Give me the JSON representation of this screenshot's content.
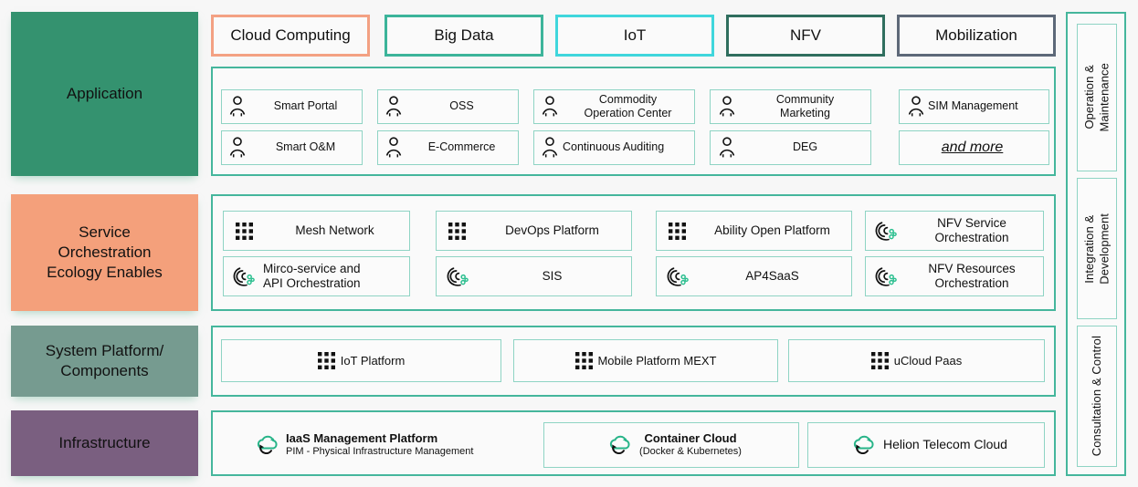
{
  "theme": {
    "accent_teal": "#45b69c",
    "cell_border": "#8fd4c4",
    "panel_bg": "#fafafa",
    "page_bg": "#f7f7f7"
  },
  "layers": [
    {
      "id": "application",
      "label": "Application",
      "color": "#34926f"
    },
    {
      "id": "service-orchestration",
      "label": "Service\nOrchestration\nEcology Enables",
      "color": "#f4a07b"
    },
    {
      "id": "system-platform",
      "label": "System Platform/\nComponents",
      "color": "#769b90"
    },
    {
      "id": "infrastructure",
      "label": "Infrastructure",
      "color": "#7a5f80"
    }
  ],
  "tags": [
    {
      "label": "Cloud Computing",
      "color": "#f3a183"
    },
    {
      "label": "Big Data",
      "color": "#3cb49a"
    },
    {
      "label": "IoT",
      "color": "#3fd6dc"
    },
    {
      "label": "NFV",
      "color": "#2f6e5e"
    },
    {
      "label": "Mobilization",
      "color": "#5d6878"
    }
  ],
  "application_items": [
    {
      "label": "Smart Portal",
      "icon": "person-icon"
    },
    {
      "label": "OSS",
      "icon": "person-icon"
    },
    {
      "label": "Commodity\nOperation Center",
      "icon": "person-icon"
    },
    {
      "label": "Community\nMarketing",
      "icon": "person-icon"
    },
    {
      "label": "SIM Management",
      "icon": "person-icon"
    },
    {
      "label": "Smart O&M",
      "icon": "person-icon"
    },
    {
      "label": "E-Commerce",
      "icon": "person-icon"
    },
    {
      "label": "Continuous Auditing",
      "icon": "person-icon"
    },
    {
      "label": "DEG",
      "icon": "person-icon"
    },
    {
      "label": "and more",
      "icon": "none"
    }
  ],
  "service_items": [
    {
      "label": "Mesh Network",
      "icon": "grid-dots-icon"
    },
    {
      "label": "DevOps Platform",
      "icon": "grid-dots-icon"
    },
    {
      "label": "Ability Open Platform",
      "icon": "grid-dots-icon"
    },
    {
      "label": "NFV Service\nOrchestration",
      "icon": "orchestration-icon"
    },
    {
      "label": "Mirco-service and\nAPI Orchestration",
      "icon": "orchestration-icon"
    },
    {
      "label": "SIS",
      "icon": "orchestration-icon"
    },
    {
      "label": "AP4SaaS",
      "icon": "orchestration-icon"
    },
    {
      "label": "NFV Resources\nOrchestration",
      "icon": "orchestration-icon"
    }
  ],
  "system_items": [
    {
      "label": "IoT Platform",
      "icon": "grid-dots-icon"
    },
    {
      "label": "Mobile Platform MEXT",
      "icon": "grid-dots-icon"
    },
    {
      "label": "uCloud Paas",
      "icon": "grid-dots-icon"
    }
  ],
  "infrastructure_items": [
    {
      "title": "IaaS Management Platform",
      "subtitle": "PIM - Physical Infrastructure Management",
      "icon": "cloud-sync-icon",
      "bordered": false
    },
    {
      "title": "Container Cloud",
      "subtitle": "(Docker & Kubernetes)",
      "icon": "cloud-sync-icon",
      "bordered": true
    },
    {
      "title": "Helion Telecom Cloud",
      "subtitle": "",
      "icon": "cloud-sync-icon",
      "bordered": true
    }
  ],
  "rail_items": [
    {
      "label": "Operation &\nMaintenance"
    },
    {
      "label": "Integration &\nDevelopment"
    },
    {
      "label": "Consultation & Control"
    }
  ]
}
